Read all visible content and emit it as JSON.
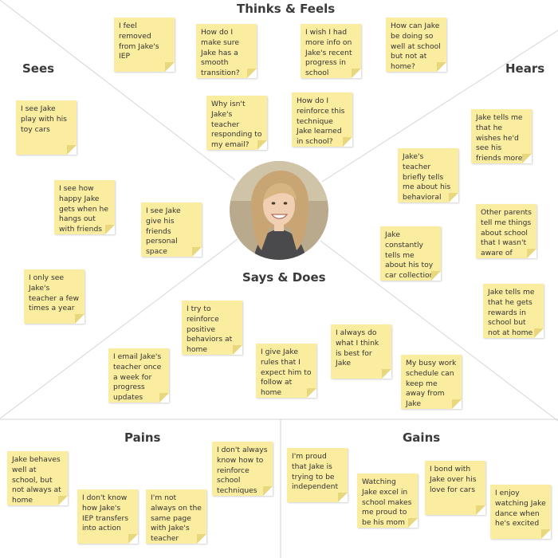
{
  "colors": {
    "note": "#fbed9f",
    "line": "#d6d6d6",
    "title": "#3a3a3a",
    "text": "#333333"
  },
  "sections": {
    "thinks_feels": "Thinks & Feels",
    "sees": "Sees",
    "hears": "Hears",
    "says_does": "Says & Does",
    "pains": "Pains",
    "gains": "Gains"
  },
  "avatar": {
    "icon": "user-portrait-icon"
  },
  "notes": {
    "thinks_feels": [
      "I feel removed from Jake's IEP",
      "How do I make sure Jake has a smooth transition?",
      "I wish I had more info on Jake's recent progress in school",
      "How can Jake be doing so well at school but not at home?",
      "Why isn't Jake's teacher responding to my email?",
      "How do I reinforce this technique Jake learned in school?"
    ],
    "sees": [
      "I see Jake play with his toy cars",
      "I see how happy Jake gets when he hangs out with friends",
      "I see Jake give his friends personal space",
      "I only see Jake's teacher a few times a year"
    ],
    "hears": [
      "Jake tells me that he wishes he'd see his friends more in school",
      "Jake's teacher briefly tells me about his behavioral progress",
      "Other parents tell me things about school that I wasn't aware of",
      "Jake constantly tells me about his toy car collection",
      "Jake tells me that he gets rewards in school but not at home"
    ],
    "says_does": [
      "I try to reinforce positive behaviors at home",
      "I always do what I think is best for Jake",
      "I email Jake's teacher once a week for progress updates",
      "I give Jake rules that I expect him to follow at home",
      "My busy work schedule can keep me away from Jake"
    ],
    "pains": [
      "Jake behaves well at school, but not always at home",
      "I don't always know how to reinforce school techniques",
      "I don't know how Jake's IEP transfers into action",
      "I'm not always on the same page with Jake's teacher"
    ],
    "gains": [
      "I'm proud that Jake is trying to be independent",
      "I bond with Jake over his love for cars",
      "Watching Jake excel in school makes me proud to be his mom",
      "I enjoy watching Jake dance when he's excited"
    ]
  }
}
